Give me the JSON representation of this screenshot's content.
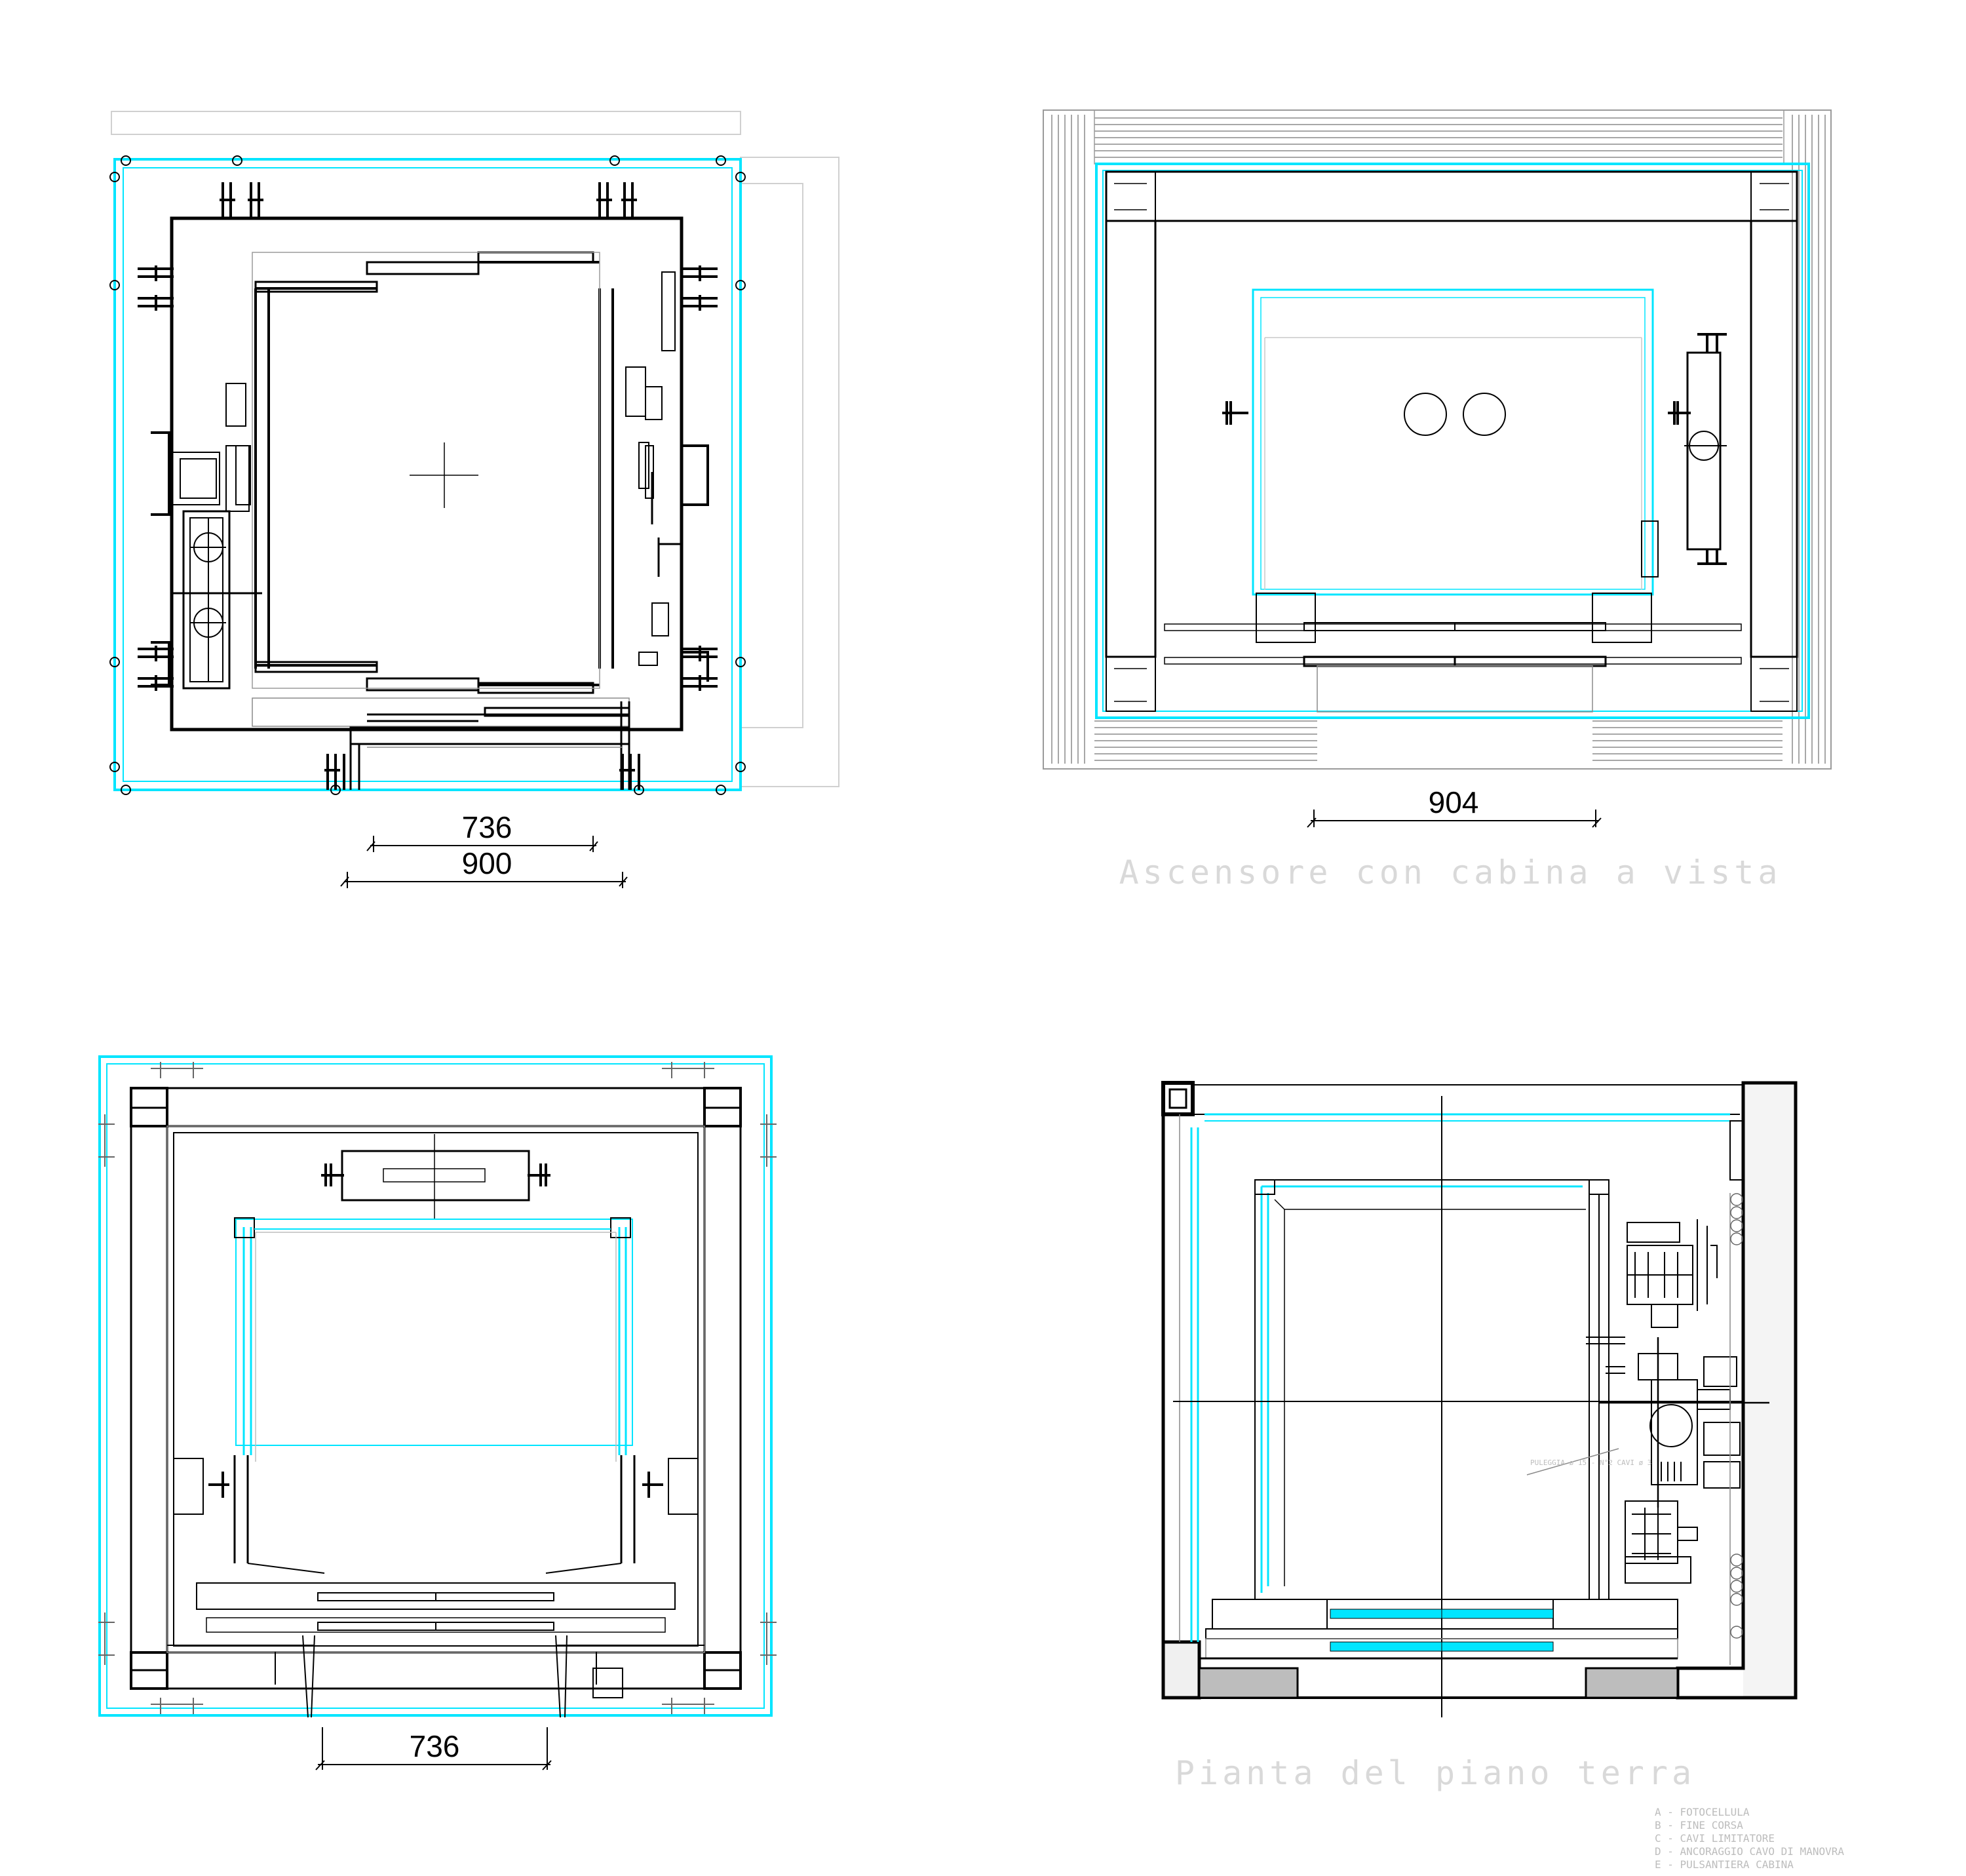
{
  "colors": {
    "line": "#000000",
    "thin": "#6e6e6e",
    "glass": "#00e5ff",
    "faint": "#d0d0d0"
  },
  "plans": {
    "top_left": {
      "dim_inner": "736",
      "dim_outer": "900"
    },
    "top_right": {
      "dim": "904",
      "caption": "Ascensore con cabina a vista"
    },
    "bottom_left": {
      "dim": "736"
    },
    "bottom_right": {
      "caption": "Pianta del piano terra",
      "callout": "PULEGGIA ø 15 - N°2 CAVI ø 3",
      "legend": [
        "A - FOTOCELLULA",
        "B - FINE CORSA",
        "C - CAVI LIMITATORE",
        "D - ANCORAGGIO CAVO DI MANOVRA",
        "E - PULSANTIERA CABINA"
      ]
    }
  }
}
